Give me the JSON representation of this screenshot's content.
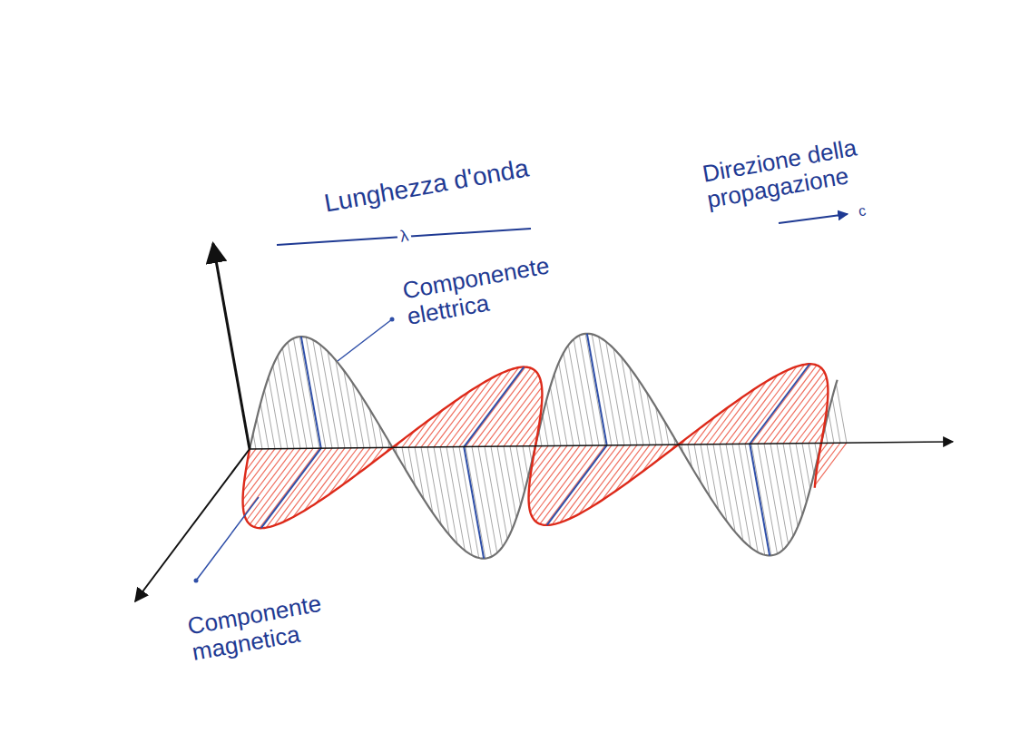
{
  "diagram": {
    "labels": [
      "Lunghezza d'onda",
      "λ",
      "Componenete elettrica",
      "Direzione della propagazione",
      "c",
      "Componente magnetica"
    ]
  }
}
